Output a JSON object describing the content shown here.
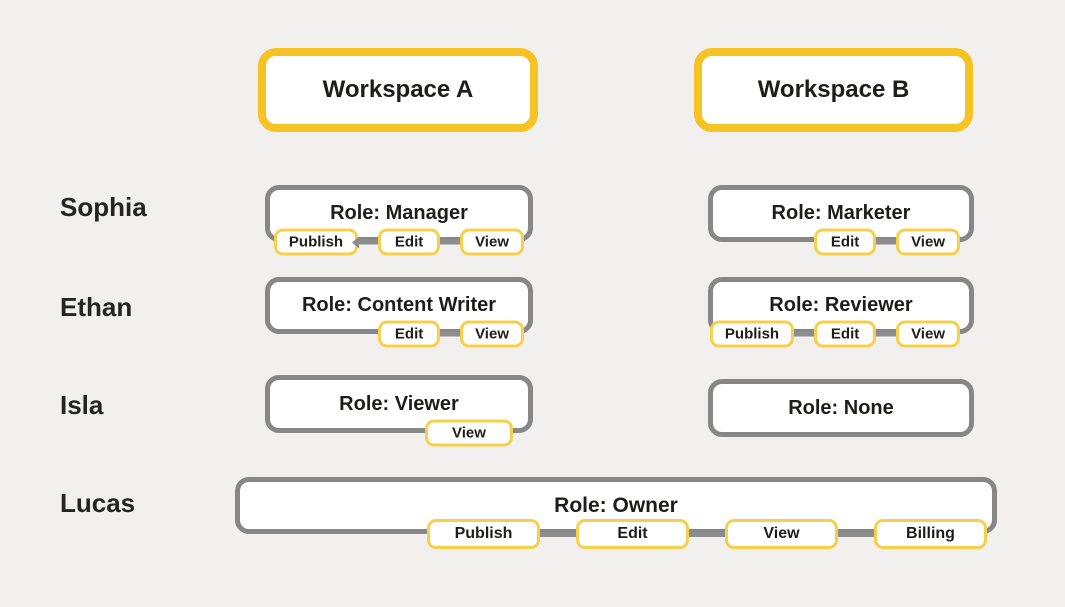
{
  "diagram": {
    "workspaces": [
      {
        "label": "Workspace A"
      },
      {
        "label": "Workspace B"
      }
    ],
    "members": [
      {
        "name": "Sophia",
        "workspace_a": {
          "role": "Role: Manager",
          "permissions": [
            "Publish",
            "Edit",
            "View"
          ]
        },
        "workspace_b": {
          "role": "Role: Marketer",
          "permissions": [
            "Edit",
            "View"
          ]
        }
      },
      {
        "name": "Ethan",
        "workspace_a": {
          "role": "Role: Content Writer",
          "permissions": [
            "Edit",
            "View"
          ]
        },
        "workspace_b": {
          "role": "Role: Reviewer",
          "permissions": [
            "Publish",
            "Edit",
            "View"
          ]
        }
      },
      {
        "name": "Isla",
        "workspace_a": {
          "role": "Role: Viewer",
          "permissions": [
            "View"
          ]
        },
        "workspace_b": {
          "role": "Role: None",
          "permissions": []
        }
      },
      {
        "name": "Lucas",
        "both_workspaces": {
          "role": "Role: Owner",
          "permissions": [
            "Publish",
            "Edit",
            "View",
            "Billing"
          ]
        }
      }
    ],
    "colors": {
      "background": "#f1f0ee",
      "workspace_border_yellow": "#f5c324",
      "permission_tag_yellow": "#f8cf4b",
      "role_card_gray": "#878787",
      "connector_gray": "#8d8d8d",
      "text": "#1d1d1b"
    }
  }
}
